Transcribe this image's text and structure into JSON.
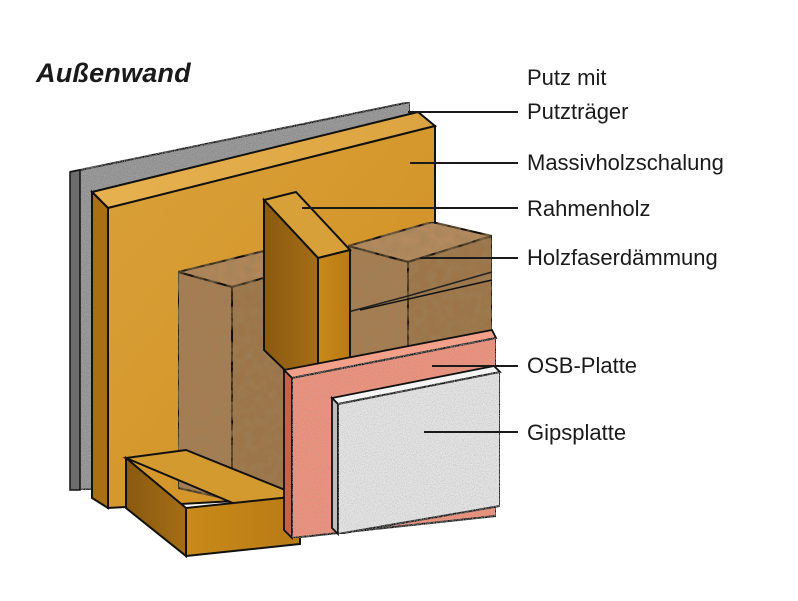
{
  "diagram": {
    "title": "Außenwand",
    "labels": {
      "putz_line1": "Putz mit",
      "putz_line2": "Putzträger",
      "massivholzschalung": "Massivholzschalung",
      "rahmenholz": "Rahmenholz",
      "holzfaserdaemmung": "Holzfaserdämmung",
      "osb_platte": "OSB-Platte",
      "gipsplatte": "Gipsplatte"
    },
    "colors": {
      "putz": "#9a9a9a",
      "massivholz": "#d79b2e",
      "rahmenholz": "#c88a1e",
      "daemmung": "#a07a55",
      "osb": "#ee8a72",
      "gips": "#e6e6e6",
      "outline": "#111111"
    }
  }
}
